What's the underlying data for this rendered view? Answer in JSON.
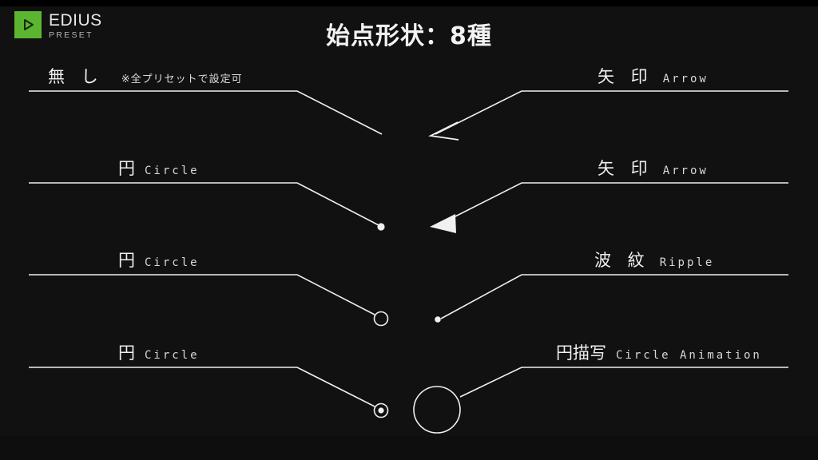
{
  "background_color": "#111111",
  "accent_color": "#5cb531",
  "stroke_color": "#f0f0f0",
  "logo": {
    "title": "EDIUS",
    "subtitle": "PRESET",
    "mark_icon": "play-triangle-icon",
    "mark_color": "#5cb531"
  },
  "heading": {
    "text": "始点形状：8種"
  },
  "rows": [
    {
      "side": "left",
      "index": 1,
      "label_jp": "無 し",
      "label_en": "",
      "note": "※全プリセットで設定可",
      "endpoint_icon": "no-cap-icon",
      "endpoint_description": "plain line end, no shape"
    },
    {
      "side": "left",
      "index": 2,
      "label_jp": "円",
      "label_en": "Circle",
      "note": "",
      "endpoint_icon": "filled-dot-icon",
      "endpoint_description": "small solid filled circle"
    },
    {
      "side": "left",
      "index": 3,
      "label_jp": "円",
      "label_en": "Circle",
      "note": "",
      "endpoint_icon": "hollow-ring-icon",
      "endpoint_description": "outlined ring circle"
    },
    {
      "side": "left",
      "index": 4,
      "label_jp": "円",
      "label_en": "Circle",
      "note": "",
      "endpoint_icon": "ring-with-dot-icon",
      "endpoint_description": "ring with filled dot inside"
    },
    {
      "side": "right",
      "index": 1,
      "label_jp": "矢 印",
      "label_en": "Arrow",
      "note": "",
      "endpoint_icon": "open-arrowhead-icon",
      "endpoint_description": "open line-style arrowhead"
    },
    {
      "side": "right",
      "index": 2,
      "label_jp": "矢 印",
      "label_en": "Arrow",
      "note": "",
      "endpoint_icon": "solid-arrowhead-icon",
      "endpoint_description": "solid filled triangular arrowhead"
    },
    {
      "side": "right",
      "index": 3,
      "label_jp": "波 紋",
      "label_en": "Ripple",
      "note": "",
      "endpoint_icon": "ripple-dot-icon",
      "endpoint_description": "small dot ripple origin"
    },
    {
      "side": "right",
      "index": 4,
      "label_jp": "円描写",
      "label_en": "Circle Animation",
      "note": "",
      "endpoint_icon": "large-hollow-circle-icon",
      "endpoint_description": "large outlined circle"
    }
  ]
}
